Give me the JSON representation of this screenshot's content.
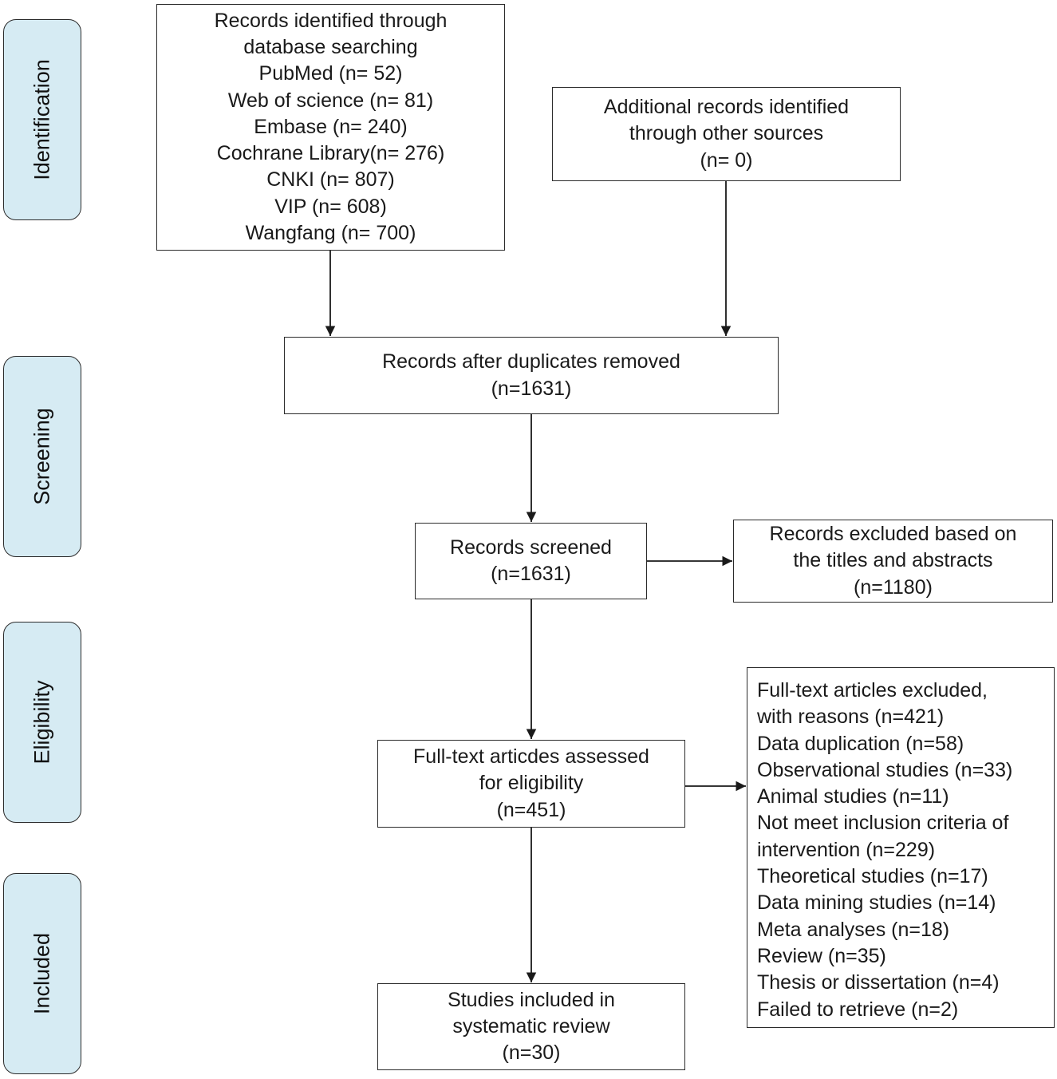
{
  "colors": {
    "phase_fill": "#d6ebf3",
    "border": "#2b2b2b",
    "text": "#1a1a1a"
  },
  "phases": {
    "identification": "Identification",
    "screening": "Screening",
    "eligibility": "Eligibility",
    "included": "Included"
  },
  "boxes": {
    "database_search": [
      "Records identified through",
      "database searching",
      "PubMed (n= 52)",
      "Web of science (n= 81)",
      "Embase (n= 240)",
      "Cochrane Library(n= 276)",
      "CNKI (n= 807)",
      "VIP (n= 608)",
      "Wangfang (n= 700)"
    ],
    "other_sources": [
      "Additional records identified",
      "through other sources",
      "(n= 0)"
    ],
    "duplicates_removed": [
      "Records after duplicates removed",
      "(n=1631)"
    ],
    "records_screened": [
      "Records screened",
      "(n=1631)"
    ],
    "records_excluded": [
      "Records excluded based on",
      "the titles and abstracts",
      "(n=1180)"
    ],
    "fulltext_assessed": [
      "Full-text articdes assessed",
      "for eligibility",
      "(n=451)"
    ],
    "fulltext_excluded": [
      "Full-text articles excluded,",
      "with reasons (n=421)",
      "Data duplication (n=58)",
      "Observational studies (n=33)",
      "Animal studies (n=11)",
      "Not meet inclusion criteria of",
      "intervention (n=229)",
      "Theoretical studies (n=17)",
      "Data mining studies (n=14)",
      "Meta analyses (n=18)",
      "Review (n=35)",
      "Thesis or dissertation (n=4)",
      "Failed to retrieve (n=2)"
    ],
    "studies_included": [
      "Studies included in",
      "systematic review",
      "(n=30)"
    ]
  }
}
